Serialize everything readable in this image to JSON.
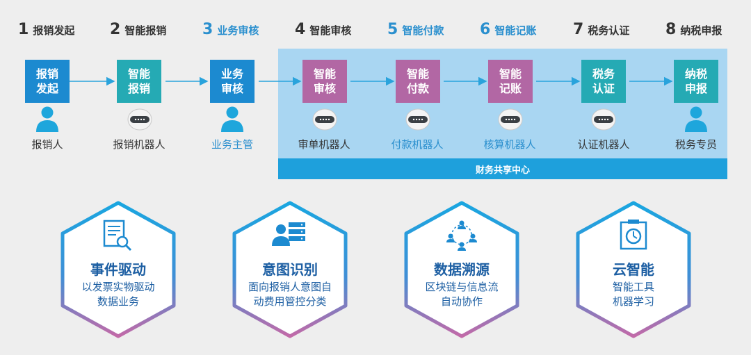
{
  "steps": [
    {
      "num": "1",
      "name": "报销发起",
      "box": [
        "报销",
        "发起"
      ],
      "actor": "报销人",
      "actor_type": "person",
      "box_color": "#1c8ad0"
    },
    {
      "num": "2",
      "name": "智能报销",
      "box": [
        "智能",
        "报销"
      ],
      "actor": "报销机器人",
      "actor_type": "robot",
      "box_color": "#25aab4"
    },
    {
      "num": "3",
      "name": "业务审核",
      "box": [
        "业务",
        "审核"
      ],
      "actor": "业务主管",
      "actor_type": "person",
      "box_color": "#1c8ad0"
    },
    {
      "num": "4",
      "name": "智能审核",
      "box": [
        "智能",
        "审核"
      ],
      "actor": "审单机器人",
      "actor_type": "robot",
      "box_color": "#b267a4"
    },
    {
      "num": "5",
      "name": "智能付款",
      "box": [
        "智能",
        "付款"
      ],
      "actor": "付款机器人",
      "actor_type": "robot",
      "box_color": "#b267a4"
    },
    {
      "num": "6",
      "name": "智能记账",
      "box": [
        "智能",
        "记账"
      ],
      "actor": "核算机器人",
      "actor_type": "robot",
      "box_color": "#b267a4"
    },
    {
      "num": "7",
      "name": "税务认证",
      "box": [
        "税务",
        "认证"
      ],
      "actor": "认证机器人",
      "actor_type": "robot",
      "box_color": "#25aab4"
    },
    {
      "num": "8",
      "name": "纳税申报",
      "box": [
        "纳税",
        "申报"
      ],
      "actor": "税务专员",
      "actor_type": "person",
      "box_color": "#25aab4"
    }
  ],
  "center": {
    "label": "财务共享中心"
  },
  "features": [
    {
      "title": "事件驱动",
      "lines": [
        "以发票实物驱动",
        "数据业务"
      ],
      "icon": "document-search-icon"
    },
    {
      "title": "意图识别",
      "lines": [
        "面向报销人意图自",
        "动费用管控分类"
      ],
      "icon": "user-server-icon"
    },
    {
      "title": "数据溯源",
      "lines": [
        "区块链与信息流",
        "自动协作"
      ],
      "icon": "network-people-icon"
    },
    {
      "title": "云智能",
      "lines": [
        "智能工具",
        "机器学习"
      ],
      "icon": "robot-clock-icon"
    }
  ],
  "colors": {
    "accent_blue": "#1c8ad0",
    "teal": "#25aab4",
    "purple": "#b267a4",
    "center_bg": "#a9d6f2",
    "center_bar": "#1ea0dc",
    "feature_text": "#1d5fa3"
  }
}
